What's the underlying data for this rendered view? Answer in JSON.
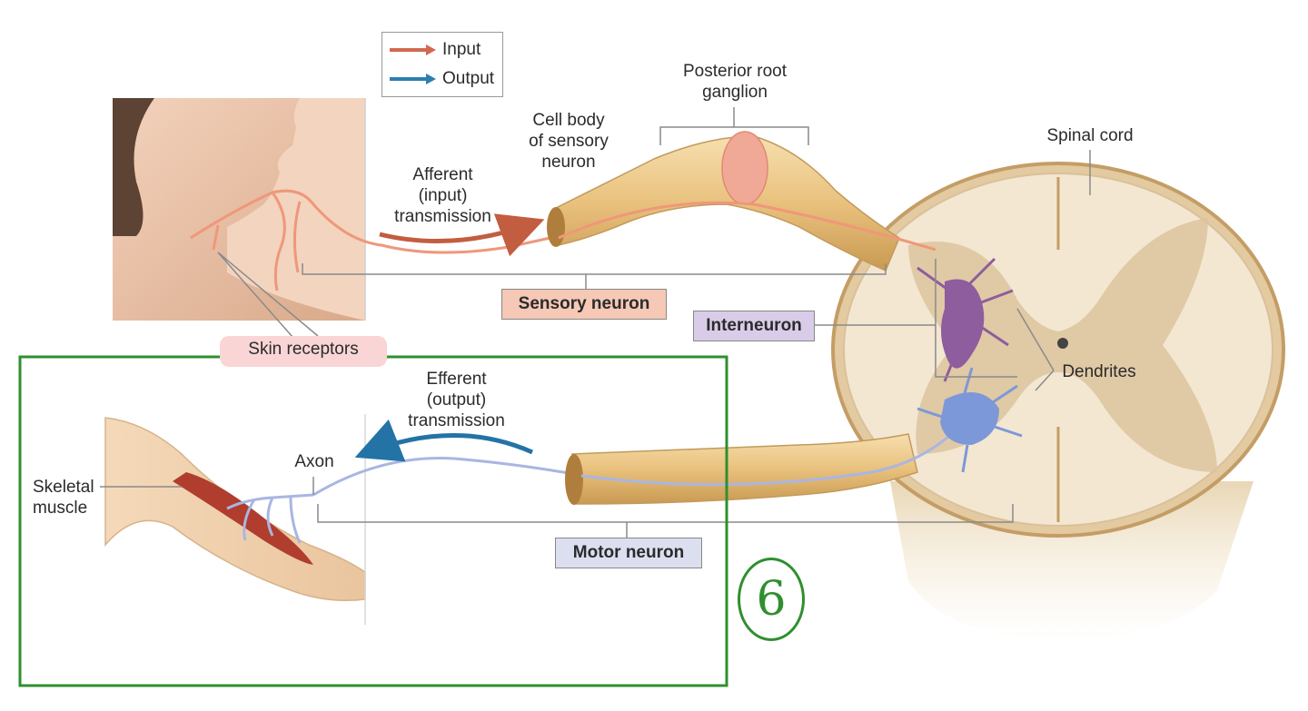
{
  "legend": {
    "input_label": "Input",
    "output_label": "Output",
    "input_color": "#d2694f",
    "output_color": "#2c7fb0"
  },
  "labels": {
    "posterior_root_ganglion": "Posterior root\nganglion",
    "cell_body": "Cell body\nof sensory\nneuron",
    "spinal_cord": "Spinal cord",
    "afferent": "Afferent\n(input)\ntransmission",
    "efferent": "Efferent\n(output)\ntransmission",
    "sensory_neuron": "Sensory neuron",
    "interneuron": "Interneuron",
    "skin_receptors": "Skin receptors",
    "dendrites": "Dendrites",
    "axon": "Axon",
    "skeletal_muscle": "Skeletal\nmuscle",
    "motor_neuron": "Motor neuron",
    "handwritten_number": "6"
  },
  "colors": {
    "sensory_box_fill": "#f6c8b6",
    "interneuron_box_fill": "#d9cce8",
    "motor_box_fill": "#dcdff0",
    "skin_receptors_fill": "#f9d5d5",
    "highlight_box_stroke": "#2f8f2f"
  }
}
